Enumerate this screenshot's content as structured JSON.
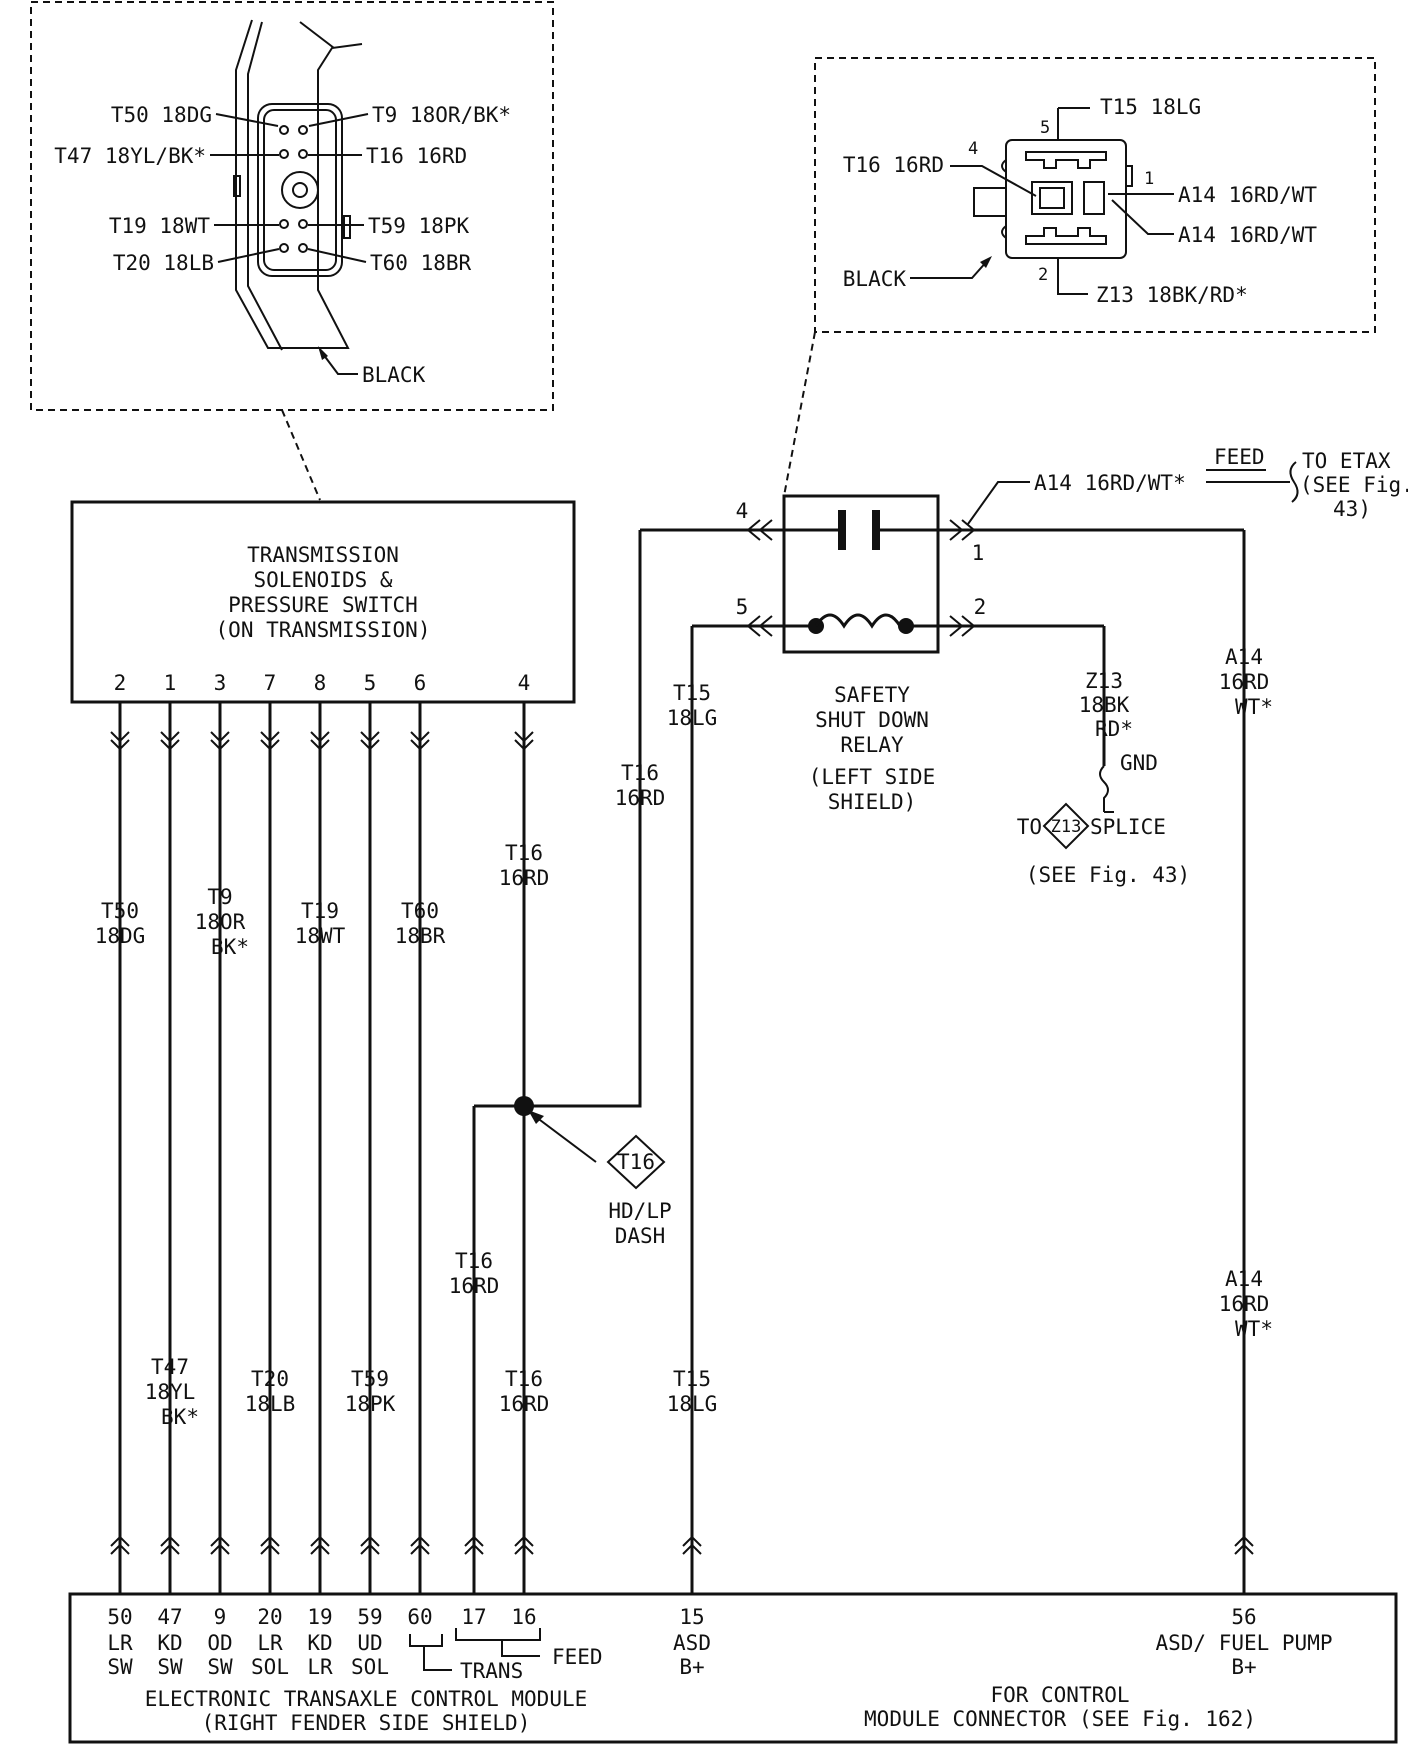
{
  "colors": {
    "ink": "#111111",
    "background": "#ffffff"
  },
  "trans_connector": {
    "labels_left": [
      "T50 18DG",
      "T47 18YL/BK*",
      "T19 18WT",
      "T20 18LB"
    ],
    "labels_right": [
      "T9 18OR/BK*",
      "T16 16RD",
      "T59 18PK",
      "T60 18BR"
    ],
    "color_label": "BLACK"
  },
  "relay_connector": {
    "pins": [
      "5",
      "4",
      "1",
      "2"
    ],
    "wires": [
      "T15 18LG",
      "T16 16RD",
      "A14 16RD/WT",
      "A14 16RD/WT",
      "Z13 18BK/RD*"
    ],
    "color_label": "BLACK"
  },
  "trans_box": {
    "lines": [
      "TRANSMISSION",
      "SOLENOIDS &",
      "PRESSURE SWITCH",
      "(ON TRANSMISSION)"
    ],
    "pins": [
      "2",
      "1",
      "3",
      "7",
      "8",
      "5",
      "6",
      "4"
    ]
  },
  "relay": {
    "pins": [
      "4",
      "1",
      "5",
      "2"
    ],
    "lines": [
      "SAFETY",
      "SHUT DOWN",
      "RELAY",
      "(LEFT SIDE",
      "SHIELD)"
    ]
  },
  "feed": {
    "wire": "A14 16RD/WT*",
    "feed_label": "FEED",
    "to": [
      "TO ETAX",
      "(SEE Fig.",
      "43)"
    ]
  },
  "ground": {
    "wire": [
      "Z13",
      "18BK",
      "RD*"
    ],
    "gnd": "GND",
    "to": "TO",
    "splice_id": "Z13",
    "splice": "SPLICE",
    "see": "(SEE Fig. 43)"
  },
  "wires_upper": [
    [
      "T50",
      "18DG"
    ],
    [
      "T9",
      "18OR",
      "BK*"
    ],
    [
      "T19",
      "18WT"
    ],
    [
      "T60",
      "18BR"
    ],
    [
      "T16",
      "16RD"
    ],
    [
      "T16",
      "16RD"
    ],
    [
      "T15",
      "18LG"
    ],
    [
      "A14",
      "16RD",
      "WT*"
    ]
  ],
  "splice_t16": {
    "id": "T16",
    "loc": [
      "HD/LP",
      "DASH"
    ]
  },
  "wires_lower": [
    [
      "T47",
      "18YL",
      "BK*"
    ],
    [
      "T20",
      "18LB"
    ],
    [
      "T59",
      "18PK"
    ],
    [
      "T16",
      "16RD"
    ],
    [
      "T16",
      "16RD"
    ],
    [
      "T15",
      "18LG"
    ],
    [
      "A14",
      "16RD",
      "WT*"
    ]
  ],
  "ecm": {
    "pins": [
      {
        "num": "50",
        "desc": [
          "LR",
          "SW"
        ]
      },
      {
        "num": "47",
        "desc": [
          "KD",
          "SW"
        ]
      },
      {
        "num": "9",
        "desc": [
          "OD",
          "SW"
        ]
      },
      {
        "num": "20",
        "desc": [
          "LR",
          "SOL"
        ]
      },
      {
        "num": "19",
        "desc": [
          "KD",
          "LR"
        ]
      },
      {
        "num": "59",
        "desc": [
          "UD",
          "SOL"
        ]
      },
      {
        "num": "60",
        "desc": []
      },
      {
        "num": "17",
        "desc": []
      },
      {
        "num": "16",
        "desc": []
      },
      {
        "num": "15",
        "desc": [
          "ASD",
          "B+"
        ]
      },
      {
        "num": "56",
        "desc": [
          "ASD/ FUEL PUMP",
          "B+"
        ]
      }
    ],
    "feed": "FEED",
    "trans": "TRANS",
    "name": [
      "ELECTRONIC TRANSAXLE CONTROL MODULE",
      "(RIGHT FENDER SIDE SHIELD)"
    ],
    "connector_note": [
      "FOR CONTROL",
      "MODULE CONNECTOR (SEE Fig. 162)"
    ]
  }
}
